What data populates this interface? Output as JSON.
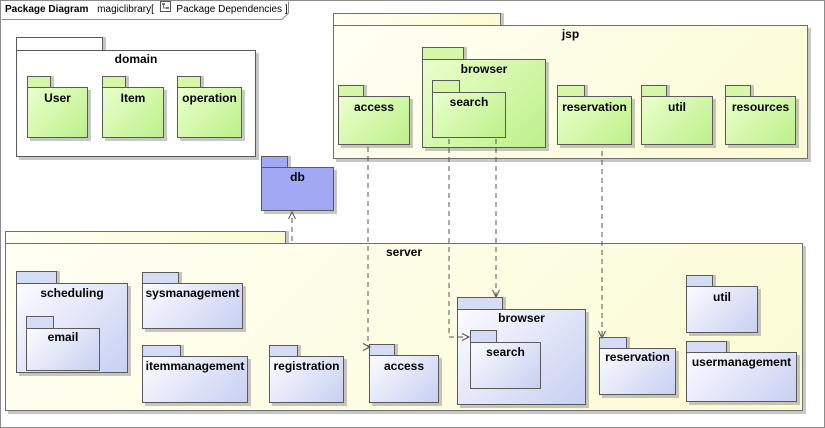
{
  "frame": {
    "kind": "Package Diagram",
    "project": "magiclibrary[",
    "diagram": "Package Dependencies",
    "close": "]"
  },
  "packages": {
    "domain": "domain",
    "user": "User",
    "item": "Item",
    "operation": "operation",
    "jsp": "jsp",
    "jsp_access": "access",
    "jsp_browser": "browser",
    "jsp_search": "search",
    "jsp_reservation": "reservation",
    "jsp_util": "util",
    "jsp_resources": "resources",
    "db": "db",
    "server": "server",
    "scheduling": "scheduling",
    "email": "email",
    "sysmanagement": "sysmanagement",
    "itemmanagement": "itemmanagement",
    "registration": "registration",
    "server_access": "access",
    "server_browser": "browser",
    "server_search": "search",
    "server_reservation": "reservation",
    "server_util": "util",
    "usermanagement": "usermanagement"
  },
  "colors": {
    "container": "#fbfbd4",
    "jsp_package": "#bdf08a",
    "server_package": "#c8d0f2",
    "db_package": "#a2a8f4",
    "dependency_line": "#555555"
  },
  "dependencies": [
    {
      "from": "server",
      "to": "db"
    },
    {
      "from": "jsp.access",
      "to": "server.access"
    },
    {
      "from": "jsp.browser.search",
      "to": "server.browser"
    },
    {
      "from": "jsp.browser",
      "to": "server.browser.search"
    },
    {
      "from": "jsp.reservation",
      "to": "server.reservation"
    }
  ]
}
